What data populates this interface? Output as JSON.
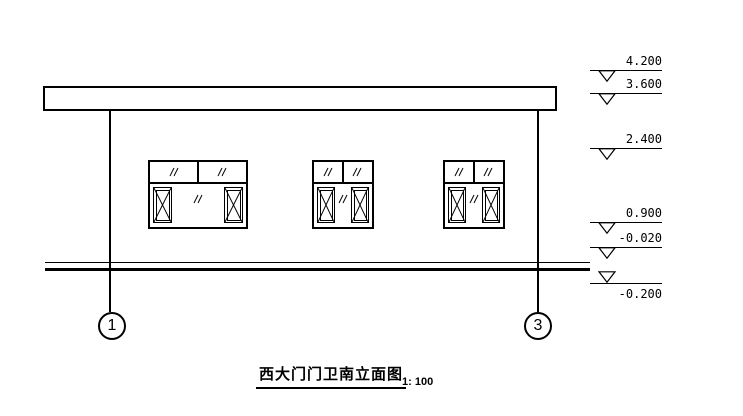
{
  "drawing": {
    "title": "西大门门卫南立面图",
    "scale": "1: 100",
    "grid_bubbles": [
      {
        "label": "1"
      },
      {
        "label": "3"
      }
    ],
    "elevation_markers": [
      {
        "value": "4.200"
      },
      {
        "value": "3.600"
      },
      {
        "value": "2.400"
      },
      {
        "value": "0.900"
      },
      {
        "value": "-0.020"
      },
      {
        "value": "-0.200"
      }
    ],
    "line_color": "#000000",
    "background_color": "#ffffff"
  }
}
